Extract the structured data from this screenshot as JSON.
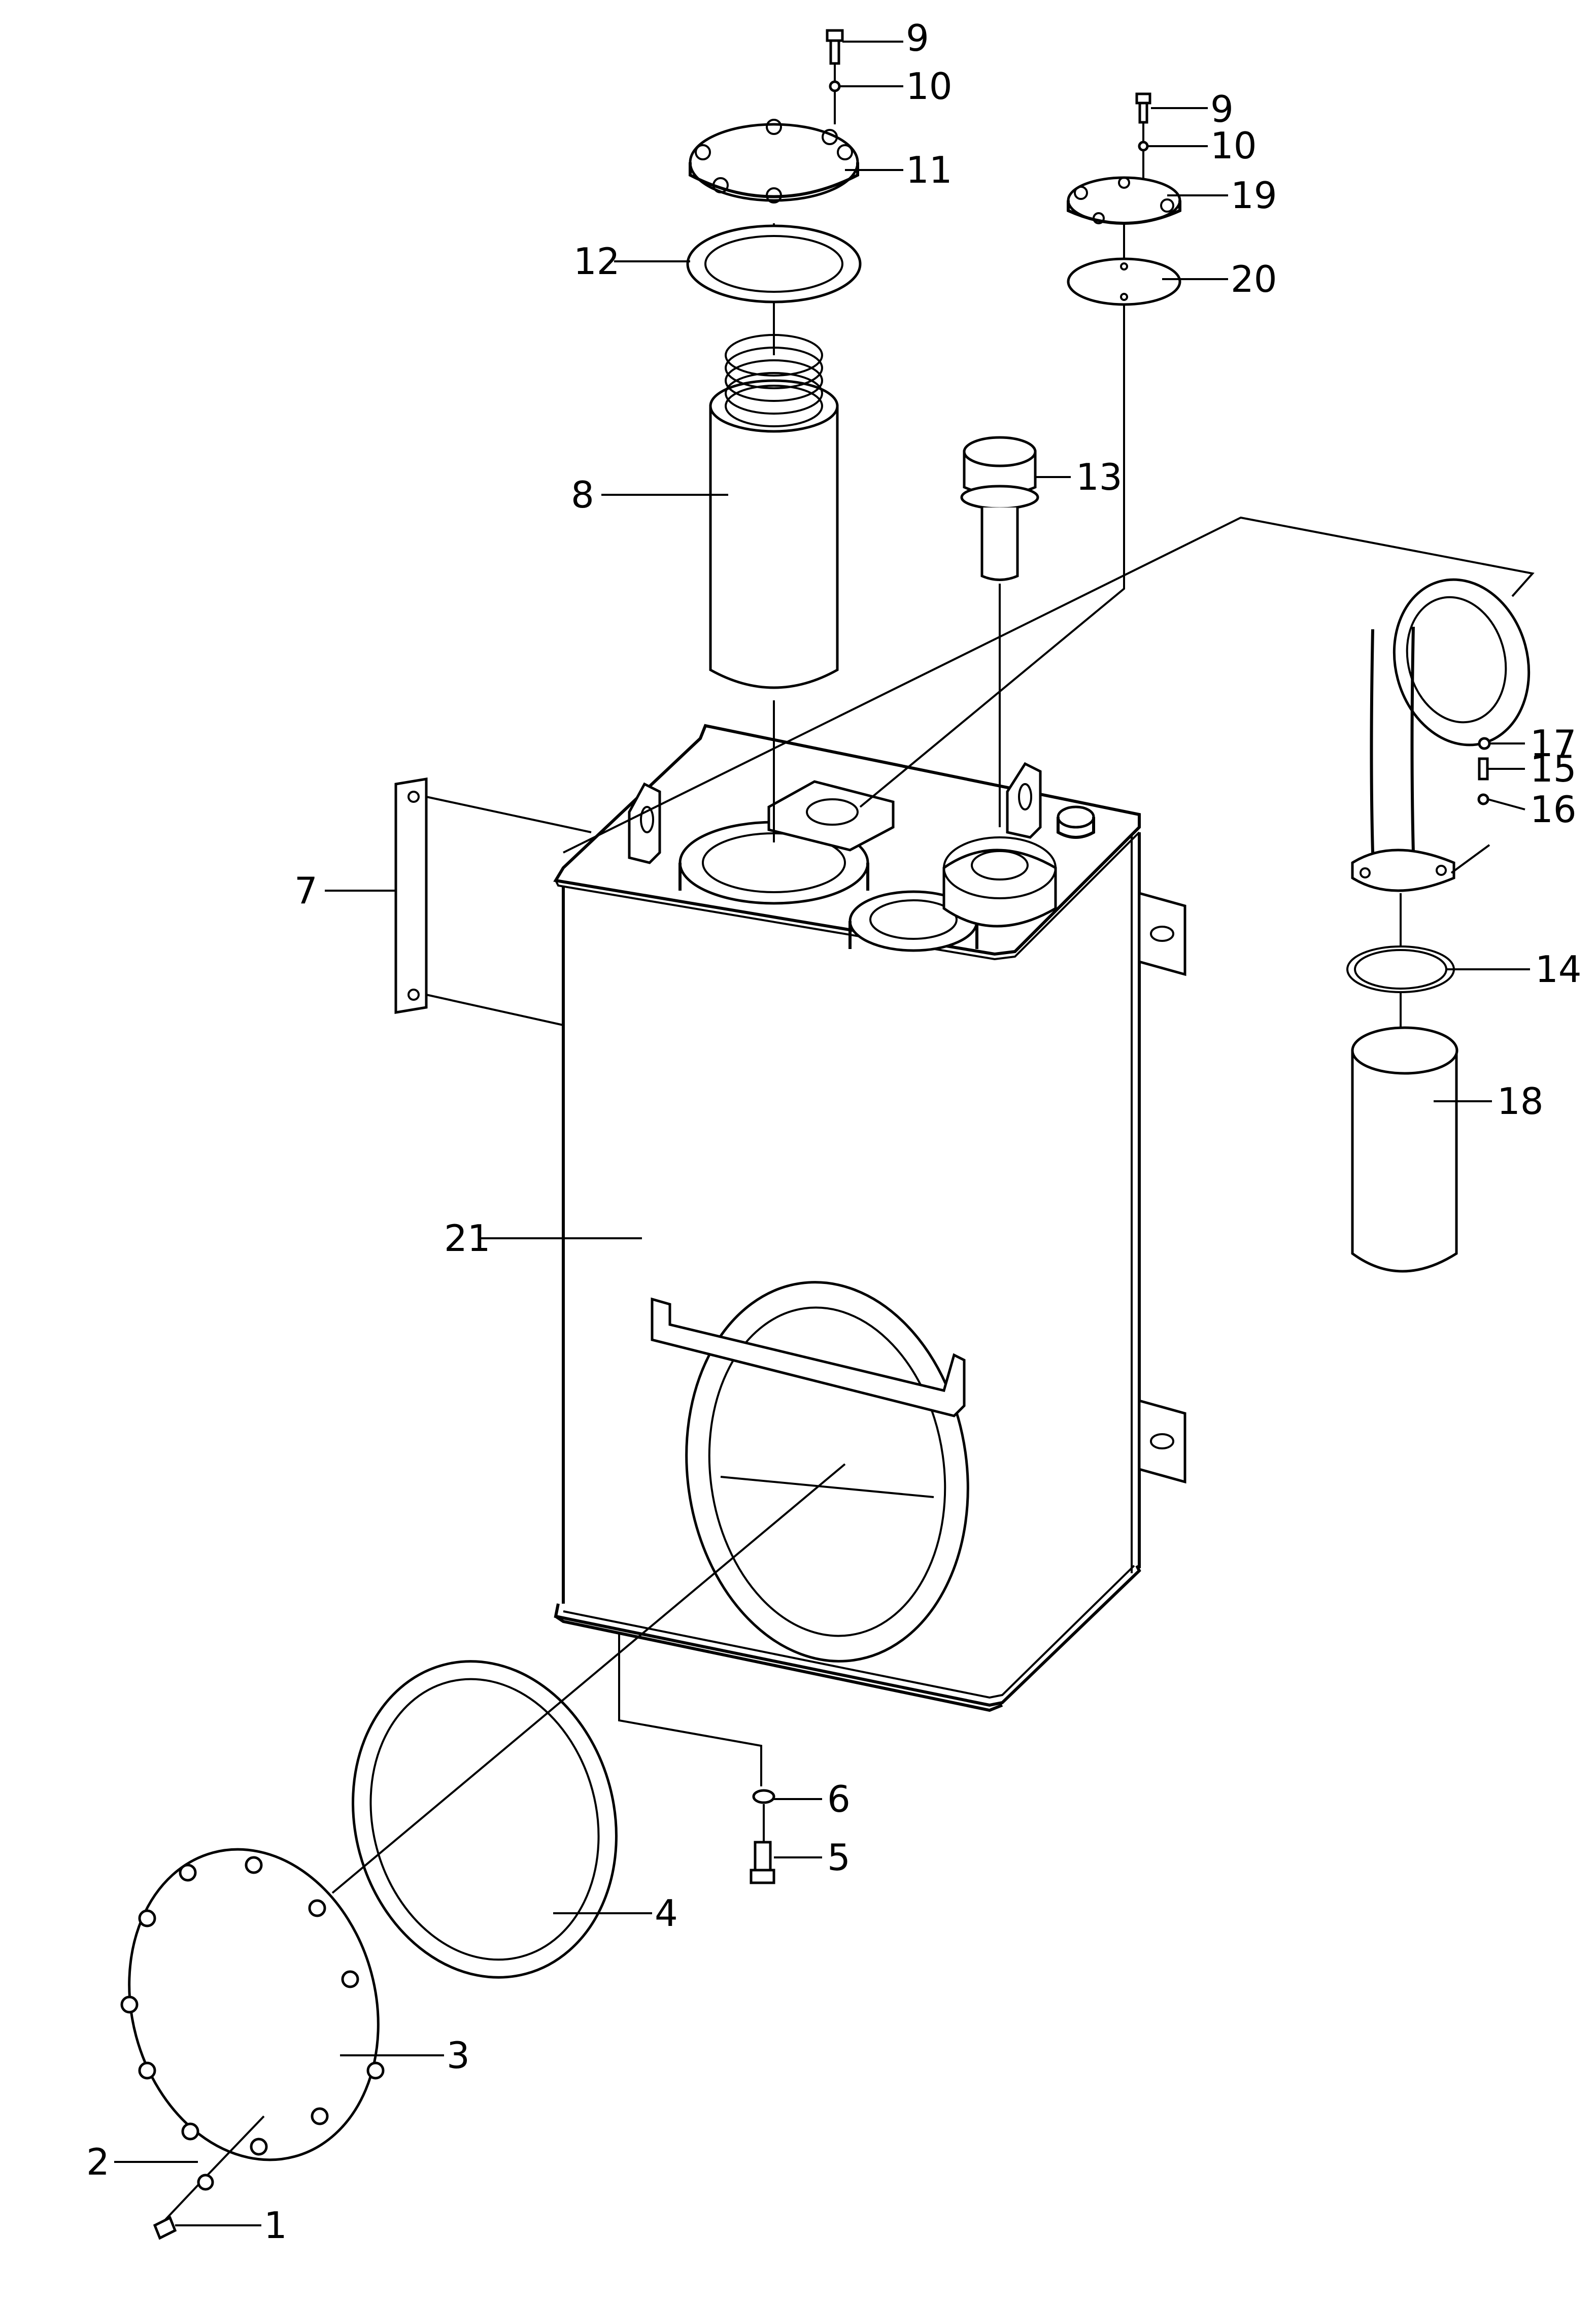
{
  "diagram": {
    "callouts": [
      {
        "id": "c1",
        "label": "1"
      },
      {
        "id": "c2",
        "label": "2"
      },
      {
        "id": "c3",
        "label": "3"
      },
      {
        "id": "c4",
        "label": "4"
      },
      {
        "id": "c5",
        "label": "5"
      },
      {
        "id": "c6",
        "label": "6"
      },
      {
        "id": "c7",
        "label": "7"
      },
      {
        "id": "c8",
        "label": "8"
      },
      {
        "id": "c9a",
        "label": "9"
      },
      {
        "id": "c10a",
        "label": "10"
      },
      {
        "id": "c11",
        "label": "11"
      },
      {
        "id": "c12",
        "label": "12"
      },
      {
        "id": "c13",
        "label": "13"
      },
      {
        "id": "c14",
        "label": "14"
      },
      {
        "id": "c15",
        "label": "15"
      },
      {
        "id": "c16",
        "label": "16"
      },
      {
        "id": "c17",
        "label": "17"
      },
      {
        "id": "c18",
        "label": "18"
      },
      {
        "id": "c9b",
        "label": "9"
      },
      {
        "id": "c10b",
        "label": "10"
      },
      {
        "id": "c19",
        "label": "19"
      },
      {
        "id": "c20",
        "label": "20"
      },
      {
        "id": "c21",
        "label": "21"
      }
    ]
  }
}
